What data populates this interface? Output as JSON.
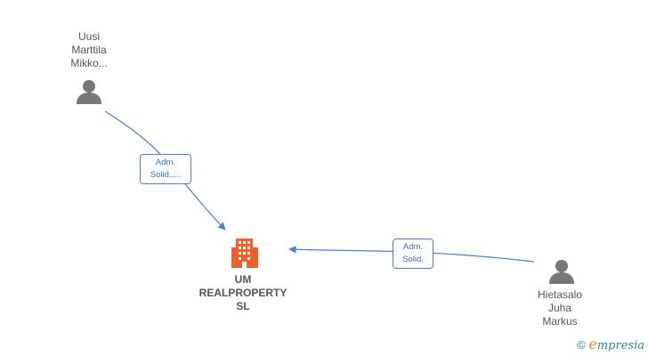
{
  "nodes": {
    "person_top": {
      "name_lines": [
        "Uusi",
        "Marttila",
        "Mikko..."
      ]
    },
    "person_right": {
      "name_lines": [
        "Hietasalo",
        "Juha",
        "Markus"
      ]
    },
    "company": {
      "name_lines": [
        "UM",
        "REALPROPERTY",
        "SL"
      ]
    }
  },
  "edges": [
    {
      "label_lines": [
        "Adm.",
        "Solid.,..."
      ]
    },
    {
      "label_lines": [
        "Adm.",
        "Solid."
      ]
    }
  ],
  "brand": {
    "copyright": "©",
    "e": "e",
    "rest": "mpresia"
  },
  "colors": {
    "edge": "#4a7fd0",
    "company_icon": "#f0602a",
    "person_icon": "#777777"
  }
}
